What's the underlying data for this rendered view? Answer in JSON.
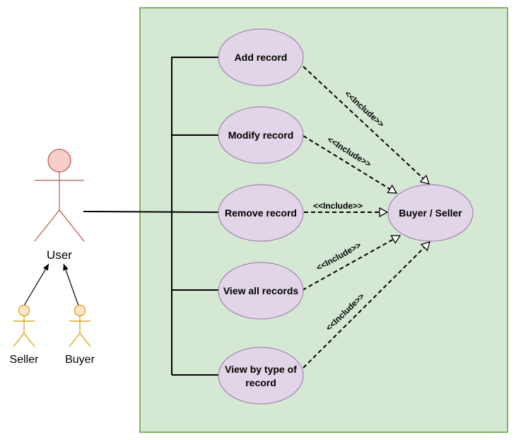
{
  "colors": {
    "boundary_fill": "#d5e8d4",
    "boundary_stroke": "#82b366",
    "usecase_fill": "#e1d5e7",
    "usecase_stroke": "#9673a6",
    "user_head_fill": "#f8cecc",
    "user_stroke": "#b85450",
    "sub_actor_fill": "#ffe6cc",
    "sub_actor_stroke": "#d79b00"
  },
  "actors": {
    "user": "User",
    "seller": "Seller",
    "buyer": "Buyer"
  },
  "use_cases": {
    "add": "Add record",
    "modify": "Modify record",
    "remove": "Remove record",
    "view_all": "View all records",
    "view_type_line1": "View by type of",
    "view_type_line2": "record",
    "buyer_seller": "Buyer / Seller"
  },
  "relations": {
    "include": "<<Include>>"
  }
}
